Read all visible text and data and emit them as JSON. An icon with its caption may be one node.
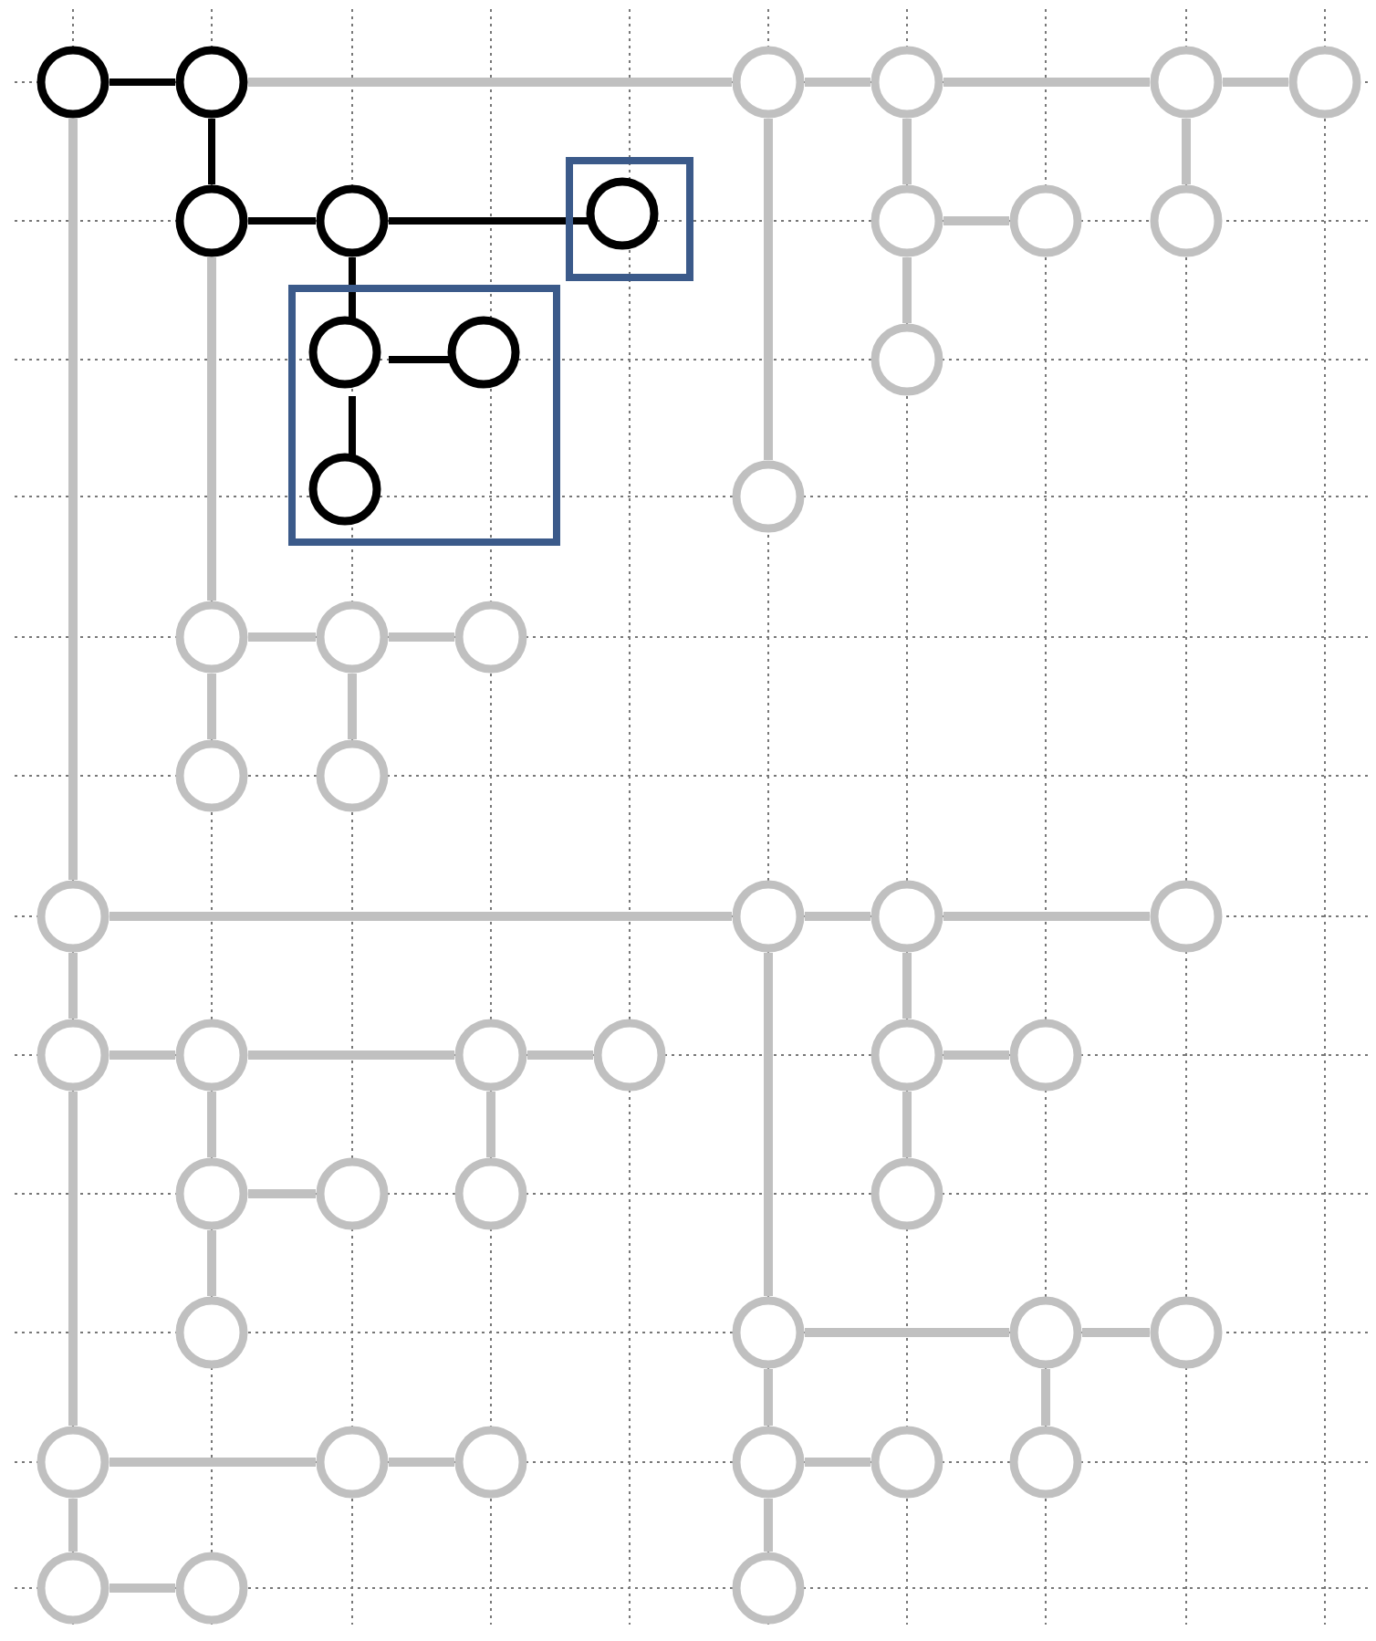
{
  "diagram": {
    "nodes": [
      {
        "text": [],
        "shape": "circle"
      },
      {
        "text": [],
        "shape": "circle"
      },
      {
        "text": [],
        "shape": "circle"
      },
      {
        "text": [],
        "shape": "circle"
      },
      {
        "text": [],
        "shape": "circle"
      },
      {
        "text": [],
        "shape": "circle"
      },
      {
        "text": [],
        "shape": "circle"
      },
      {
        "text": [],
        "shape": "circle"
      },
      {
        "text": [],
        "shape": "box"
      },
      {
        "text": [],
        "shape": "circle",
        "in": 8
      },
      {
        "text": [],
        "shape": "circle"
      },
      {
        "text": [],
        "shape": "circle"
      },
      {
        "text": [],
        "shape": "circle"
      },
      {
        "text": [],
        "shape": "box"
      },
      {
        "text": [],
        "shape": "circle",
        "in": 13
      },
      {
        "text": [],
        "shape": "circle",
        "in": 13
      },
      {
        "text": [],
        "shape": "circle"
      },
      {
        "text": [],
        "shape": "circle",
        "in": 13
      },
      {
        "text": [],
        "shape": "circle"
      },
      {
        "text": [],
        "shape": "circle"
      },
      {
        "text": [],
        "shape": "circle"
      },
      {
        "text": [],
        "shape": "circle"
      },
      {
        "text": [],
        "shape": "circle"
      },
      {
        "text": [],
        "shape": "circle"
      },
      {
        "text": [],
        "shape": "circle"
      },
      {
        "text": [],
        "shape": "circle"
      },
      {
        "text": [],
        "shape": "circle"
      },
      {
        "text": [],
        "shape": "circle"
      },
      {
        "text": [],
        "shape": "circle"
      },
      {
        "text": [],
        "shape": "circle"
      },
      {
        "text": [],
        "shape": "circle"
      },
      {
        "text": [],
        "shape": "circle"
      },
      {
        "text": [],
        "shape": "circle"
      },
      {
        "text": [],
        "shape": "circle"
      },
      {
        "text": [],
        "shape": "circle"
      },
      {
        "text": [],
        "shape": "circle"
      },
      {
        "text": [],
        "shape": "circle"
      },
      {
        "text": [],
        "shape": "circle"
      },
      {
        "text": [],
        "shape": "circle"
      },
      {
        "text": [],
        "shape": "circle"
      },
      {
        "text": [],
        "shape": "circle"
      },
      {
        "text": [],
        "shape": "circle"
      },
      {
        "text": [],
        "shape": "circle"
      },
      {
        "text": [],
        "shape": "circle"
      },
      {
        "text": [],
        "shape": "circle"
      },
      {
        "text": [],
        "shape": "circle"
      },
      {
        "text": [],
        "shape": "circle"
      },
      {
        "text": [],
        "shape": "circle"
      },
      {
        "text": [],
        "shape": "circle"
      },
      {
        "text": [],
        "shape": "circle"
      },
      {
        "text": [],
        "shape": "circle"
      }
    ],
    "edges": [
      {
        "from": 0,
        "to": 1,
        "arrow": "none",
        "color": "#000000"
      },
      {
        "from": 1,
        "to": 6,
        "arrow": "none",
        "color": "#000000"
      },
      {
        "from": 6,
        "to": 7,
        "arrow": "none",
        "color": "#000000"
      },
      {
        "from": 7,
        "to": 9,
        "arrow": "none",
        "color": "#000000"
      },
      {
        "from": 7,
        "to": 14,
        "arrow": "none",
        "color": "#000000"
      },
      {
        "from": 14,
        "to": 15,
        "arrow": "none",
        "color": "#000000"
      },
      {
        "from": 14,
        "to": 17,
        "arrow": "none",
        "color": "#000000"
      },
      {
        "from": 1,
        "to": 2,
        "arrow": "none"
      },
      {
        "from": 2,
        "to": 3,
        "arrow": "none"
      },
      {
        "from": 3,
        "to": 4,
        "arrow": "none"
      },
      {
        "from": 4,
        "to": 5,
        "arrow": "none"
      },
      {
        "from": 2,
        "to": 18,
        "arrow": "none"
      },
      {
        "from": 3,
        "to": 10,
        "arrow": "none"
      },
      {
        "from": 10,
        "to": 11,
        "arrow": "none"
      },
      {
        "from": 10,
        "to": 16,
        "arrow": "none"
      },
      {
        "from": 4,
        "to": 12,
        "arrow": "none"
      },
      {
        "from": 0,
        "to": 24,
        "arrow": "none"
      },
      {
        "from": 6,
        "to": 19,
        "arrow": "none"
      },
      {
        "from": 19,
        "to": 20,
        "arrow": "none"
      },
      {
        "from": 20,
        "to": 21,
        "arrow": "none"
      },
      {
        "from": 19,
        "to": 22,
        "arrow": "none"
      },
      {
        "from": 20,
        "to": 23,
        "arrow": "none"
      },
      {
        "from": 24,
        "to": 25,
        "arrow": "none"
      },
      {
        "from": 25,
        "to": 26,
        "arrow": "none"
      },
      {
        "from": 26,
        "to": 27,
        "arrow": "none"
      },
      {
        "from": 24,
        "to": 28,
        "arrow": "none"
      },
      {
        "from": 25,
        "to": 39,
        "arrow": "none"
      },
      {
        "from": 26,
        "to": 32,
        "arrow": "none"
      },
      {
        "from": 28,
        "to": 29,
        "arrow": "none"
      },
      {
        "from": 29,
        "to": 30,
        "arrow": "none"
      },
      {
        "from": 30,
        "to": 31,
        "arrow": "none"
      },
      {
        "from": 29,
        "to": 34,
        "arrow": "none"
      },
      {
        "from": 30,
        "to": 36,
        "arrow": "none"
      },
      {
        "from": 32,
        "to": 33,
        "arrow": "none"
      },
      {
        "from": 32,
        "to": 37,
        "arrow": "none"
      },
      {
        "from": 34,
        "to": 35,
        "arrow": "none"
      },
      {
        "from": 34,
        "to": 38,
        "arrow": "none"
      },
      {
        "from": 28,
        "to": 42,
        "arrow": "none"
      },
      {
        "from": 39,
        "to": 40,
        "arrow": "none"
      },
      {
        "from": 40,
        "to": 41,
        "arrow": "none"
      },
      {
        "from": 39,
        "to": 45,
        "arrow": "none"
      },
      {
        "from": 40,
        "to": 47,
        "arrow": "none"
      },
      {
        "from": 45,
        "to": 46,
        "arrow": "none"
      },
      {
        "from": 45,
        "to": 50,
        "arrow": "none"
      },
      {
        "from": 42,
        "to": 43,
        "arrow": "none"
      },
      {
        "from": 43,
        "to": 44,
        "arrow": "none"
      },
      {
        "from": 42,
        "to": 48,
        "arrow": "none"
      },
      {
        "from": 48,
        "to": 49,
        "arrow": "none"
      }
    ]
  }
}
